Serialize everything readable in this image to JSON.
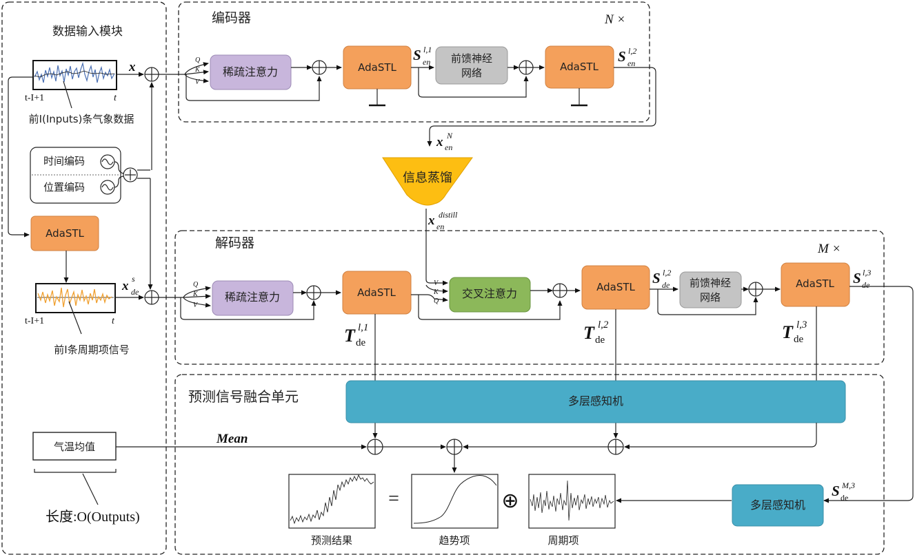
{
  "input_module": {
    "title": "数据输入模块",
    "x_var": "x",
    "axis_start": "t-I+1",
    "axis_end": "t",
    "weather_caption": "前I(Inputs)条气象数据",
    "time_enc": "时间编码",
    "pos_enc": "位置编码",
    "adastl": "AdaSTL",
    "seasonal_caption": "前I条周期项信号",
    "x_de_s": "x",
    "x_de_s_sub": "de",
    "x_de_s_sup": "s",
    "mean_box": "气温均值",
    "length_label": "长度:O(Outputs)"
  },
  "encoder": {
    "title": "编码器",
    "repeat": "N ×",
    "sparse_attn": "稀疏注意力",
    "adastl1": "AdaSTL",
    "ffn_line1": "前馈神经",
    "ffn_line2": "网络",
    "adastl2": "AdaSTL",
    "q": "Q",
    "k": "K",
    "v": "V",
    "s1": "S",
    "s1_sub": "en",
    "s1_sup": "l,1",
    "s2": "S",
    "s2_sub": "en",
    "s2_sup": "l,2"
  },
  "distill": {
    "x_in": "x",
    "x_in_sub": "en",
    "x_in_sup": "N",
    "label": "信息蒸馏",
    "x_out": "x",
    "x_out_sub": "en",
    "x_out_sup": "distill"
  },
  "decoder": {
    "title": "解码器",
    "repeat": "M ×",
    "sparse_attn": "稀疏注意力",
    "cross_attn": "交叉注意力",
    "adastl1": "AdaSTL",
    "adastl2": "AdaSTL",
    "adastl3": "AdaSTL",
    "ffn_line1": "前馈神经",
    "ffn_line2": "网络",
    "q": "Q",
    "k": "K",
    "v": "V",
    "t1": "T",
    "t1_sub": "de",
    "t1_sup": "l,1",
    "t2": "T",
    "t2_sub": "de",
    "t2_sup": "l,2",
    "t3": "T",
    "t3_sub": "de",
    "t3_sup": "l,3",
    "s2": "S",
    "s2_sub": "de",
    "s2_sup": "l,2",
    "s3": "S",
    "s3_sub": "de",
    "s3_sup": "l,3"
  },
  "fusion": {
    "title": "预测信号融合单元",
    "mlp_main": "多层感知机",
    "mlp_small": "多层感知机",
    "mean_label": "Mean",
    "sm3": "S",
    "sm3_sub": "de",
    "sm3_sup": "M,3",
    "pred_caption": "预测结果",
    "trend_caption": "趋势项",
    "season_caption": "周期项",
    "equals": "=",
    "oplus": "⊕"
  },
  "colors": {
    "adastl": "#F4A05B",
    "sparse_attn": "#C8B6DC",
    "ffn": "#C4C4C4",
    "cross_attn": "#8CB85A",
    "mlp": "#49ACC8",
    "distill": "#FDBE12",
    "input_series": "#4A6FB3",
    "seasonal_series": "#F0A030"
  }
}
